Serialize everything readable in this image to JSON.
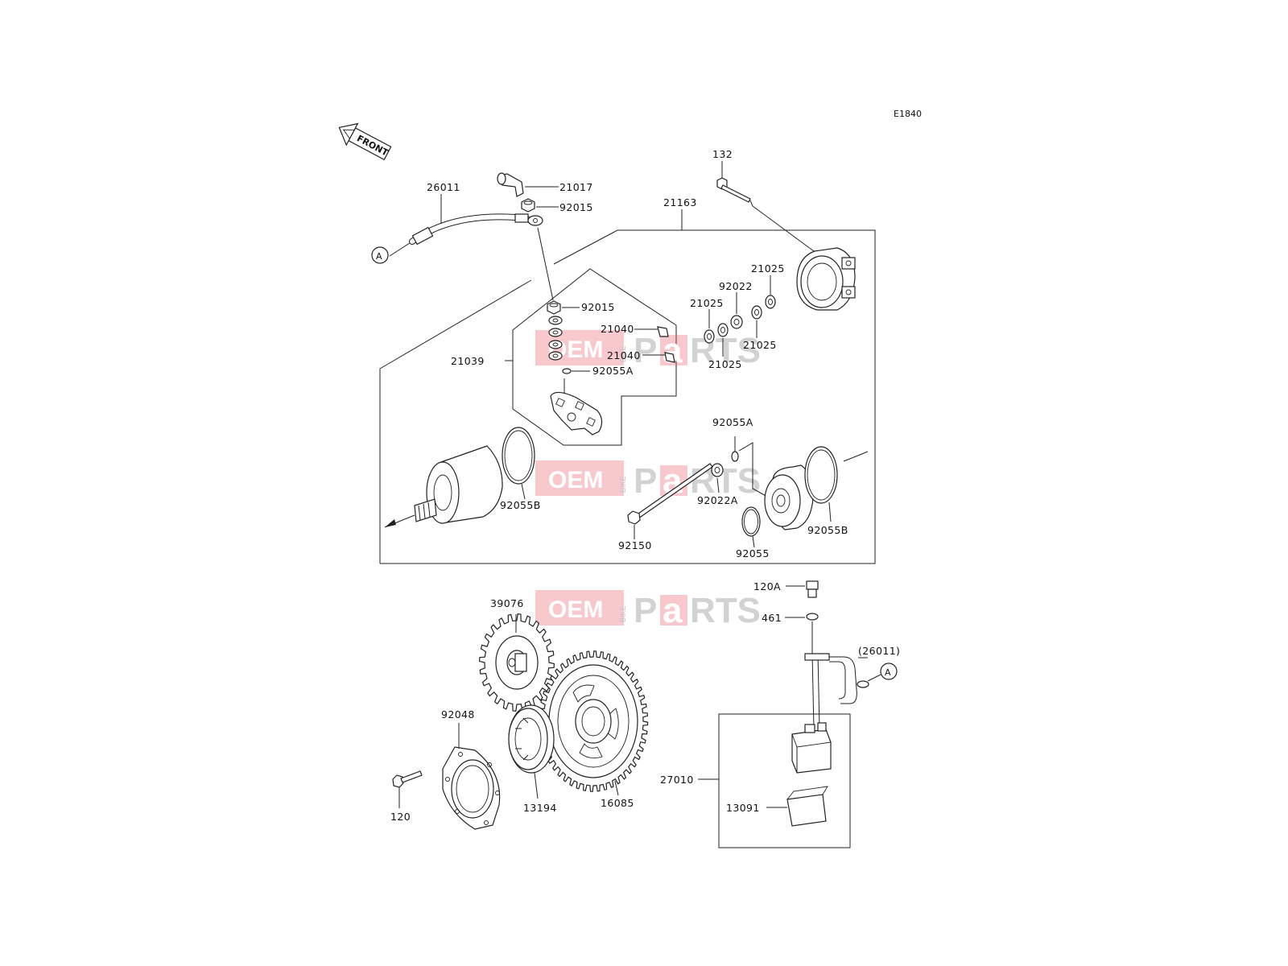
{
  "diagram": {
    "code": "E1840",
    "front_label": "FRONT",
    "connector_ref": "A",
    "labels": {
      "p26011": "26011",
      "p21017": "21017",
      "p92015a": "92015",
      "p92015b": "92015",
      "p21163": "21163",
      "p132": "132",
      "p21025a": "21025",
      "p92022": "92022",
      "p21025b": "21025",
      "p21025c": "21025",
      "p21025d": "21025",
      "p21040a": "21040",
      "p21040b": "21040",
      "p21039": "21039",
      "p92055a1": "92055A",
      "p92055a2": "92055A",
      "p92055b1": "92055B",
      "p92022a": "92022A",
      "p92055b2": "92055B",
      "p92150": "92150",
      "p92055": "92055",
      "p120a": "120A",
      "p461": "461",
      "p26011b": "(26011)",
      "p39076": "39076",
      "p92048": "92048",
      "p120": "120",
      "p13194": "13194",
      "p16085": "16085",
      "p27010": "27010",
      "p13091": "13091"
    }
  },
  "watermark": {
    "oem": "OEM",
    "bike": "BIKE",
    "parts_p": "P",
    "parts_a": "a",
    "parts_rts": "RTS"
  },
  "colors": {
    "watermark_red": "#e8585f",
    "watermark_grey": "#c8c8c8",
    "line": "#222222"
  }
}
